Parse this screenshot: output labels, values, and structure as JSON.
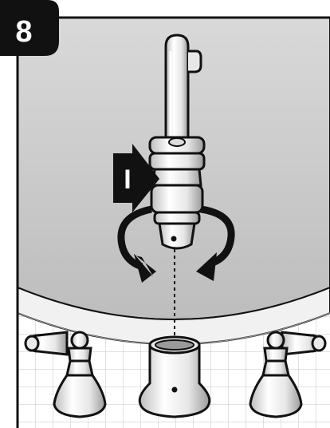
{
  "step": {
    "number": "8"
  },
  "callout": {
    "letter": "I"
  },
  "colors": {
    "background_gray": "#c9c9c9",
    "frame": "#111111",
    "chrome_light": "#f4f4f4",
    "chrome_mid": "#d8d8d8",
    "tile_grid": "#bdbdbd",
    "badge": "#111111"
  },
  "icons": [
    "step-number-badge",
    "callout-arrow-icon",
    "rotate-arrow-left-icon",
    "rotate-arrow-right-icon"
  ]
}
